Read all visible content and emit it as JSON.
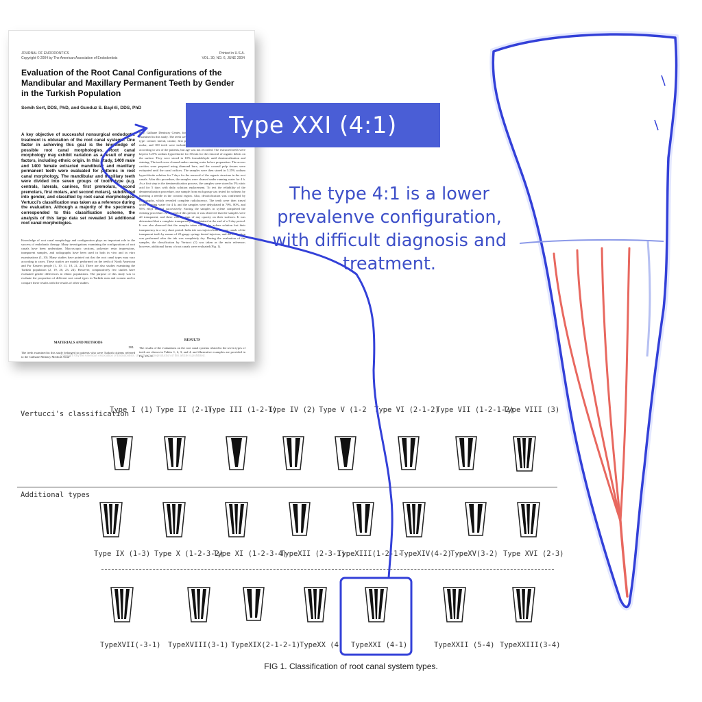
{
  "paper": {
    "journal_left": "JOURNAL OF ENDODONTICS",
    "copyright_left": "Copyright © 2004 by The American Association of Endodontists",
    "printed": "Printed in U.S.A.",
    "volume": "VOL. 30, NO. 6, JUNE 2004",
    "title": "Evaluation of the Root Canal Configurations of the Mandibular and Maxillary Permanent Teeth by Gender in the Turkish Population",
    "authors": "Semih Sert, DDS, PhD, and Gunduz S. Bayirli, DDS, PhD",
    "abstract": "A key objective of successful nonsurgical endodontic treatment is obturation of the root canal systems. One factor in achieving this goal is the knowledge of possible root canal morphologies. Root canal morphology may exhibit variation as a result of many factors, including ethnic origin. In this study, 1400 male and 1400 female extracted mandibular and maxillary permanent teeth were evaluated for patterns in root canal morphology. The mandibular and maxillary teeth were divided into seven groups of tooth type (e.g. centrals, laterals, canines, first premolars, second premolars, first molars, and second molars), subdivided into gender, and classified by root canal morphologies. Vertucci's classification was taken as a reference during the evaluation. Although a majority of the specimens corresponded to this classification scheme, the analysis of this large data set revealed 14 additional root canal morphologies.",
    "body_left": "Knowledge of root canal morphology and configuration plays an important role in the success of endodontic therapy. Many investigations examining the configurations of root canals have been undertaken. Macroscopic sections, polyester resin impressions, transparent samples, and radiographs have been used in both in vivo and in vitro examinations (1–10). Many studies have pointed out that the root canal types may vary according to races. These studies are mainly performed on the teeth of North American and Far Eastern people (1, 10, 11, 18, 21, 22). There are also studies examining the Turkish population (2, 19, 20, 23, 24). However, comparatively few studies have evaluated gender differences in ethnic populations. The purpose of this study was to evaluate the proportion of different root canal types in Turkish men and women and to compare these results with the results of other studies.",
    "methods_heading": "MATERIALS AND METHODS",
    "methods_text": "The teeth examined in this study belonged to patients who were Turkish citizens referred to the Gülhane Military Medical Acad-",
    "body_right": "emy, Gülhane Dentistry Center, for tooth extraction. A total of 2800 teeth were examined in this study. The teeth were divided into seven groups according to tooth type: central, lateral, canine, first premolar, second premolar, first molar, second molar, and 100 teeth were included in each group. The teeth were subdivided according to sex of the patients, but age was not recorded. The extracted teeth were kept in 5.25% sodium hypochlorite for 30 min for the removal of organic debris on the surface. They were stored in 10% formaldehyde until demineralization and staining. The teeth were cleaned under running water before preparation. The access cavities were prepared using diamond burs, and the coronal pulp tissues were extirpated until the canal orifices. The samples were then stored in 5.25% sodium hypochlorite solution for 7 days for the removal of the organic structure in the root canals. After this procedure, the samples were cleaned under running water for 4 h. As a first step in the demineralization process, the samples were stored in 5% nitric acid for 5 days with daily solution replacement. To test the reliability of the demineralization procedure, one sample from each group was tested for softness by inserting a needle in the coronal region. Also, decalcification was confirmed by radiographs, which revealed complete radiolucency. The teeth were then rinsed under running water for 4 h, and the samples were dehydrated in 70%, 80%, and 95% ethyl alcohol successively. Storing the samples in xylene completed the clearing procedure. At the end of this period, it was observed that the samples were all transparent, and there was no sign of any opacity on their surfaces. It was determined that a complete transparency was obtained at the end of a 3-day period. It was also observed that the samples taken out of the xylene solution lost their transparency in a very short period. India ink was injected into the root canals of the transparent teeth by means of 22-gauge syringe dental injectors, and the evaluation was performed after the ink was completely dry. During the evaluation of the samples, the classification by Vertucci (1) was taken as the main reference; however, additional forms of root canals were evaluated (Fig. 1).",
    "results_heading": "RESULTS",
    "results_text": "The results of the evaluations on the root canal systems related to the seven types of teeth are shown in Tables 1, 2, 3, and 4, and illustrative examples are provided in Fig. 2A–N.",
    "page_number": "391",
    "footer": "Copyright ©by the American Association of Endodontists. Unauthorized reproduction of this article is prohibited."
  },
  "banner": "Type XXI (4:1)",
  "note": "The type 4:1 is a lower prevalenve configuration, with difficult diagnosis and treatment.",
  "figure": {
    "row1_heading": "Vertucci's classification",
    "row1": [
      "Type I (1)",
      "Type II (2-1)",
      "Type III (1-2-1)",
      "Type IV (2)",
      "Type V (1-2",
      "Type VI (2-1-2)",
      "Type VII (1-2-1-2)",
      "Type VIII (3)"
    ],
    "row2_heading": "Additional types",
    "row2": [
      "Type IX (1-3)",
      "Type X (1-2-3-2)",
      "Type XI (1-2-3-4)",
      "TypeXII (2-3-1)",
      "TypeXIII(1-2-1-",
      "TypeXIV(4-2)",
      "TypeXV(3-2)",
      "Type XVI (2-3)"
    ],
    "row3": [
      "TypeXVII(-3-1)",
      "TypeXVIII(3-1)",
      "TypeXIX(2-1-2-1)",
      "TypeXX (4)",
      "TypeXXI (4-1)",
      "TypeXXII (5-4)",
      "TypeXXIII(3-4)"
    ],
    "caption": "FIG 1. Classification of root canal system types."
  },
  "colors": {
    "accent_blue": "#3340d8",
    "banner_blue": "#4a5ed6",
    "canal_red": "#e8685f"
  }
}
